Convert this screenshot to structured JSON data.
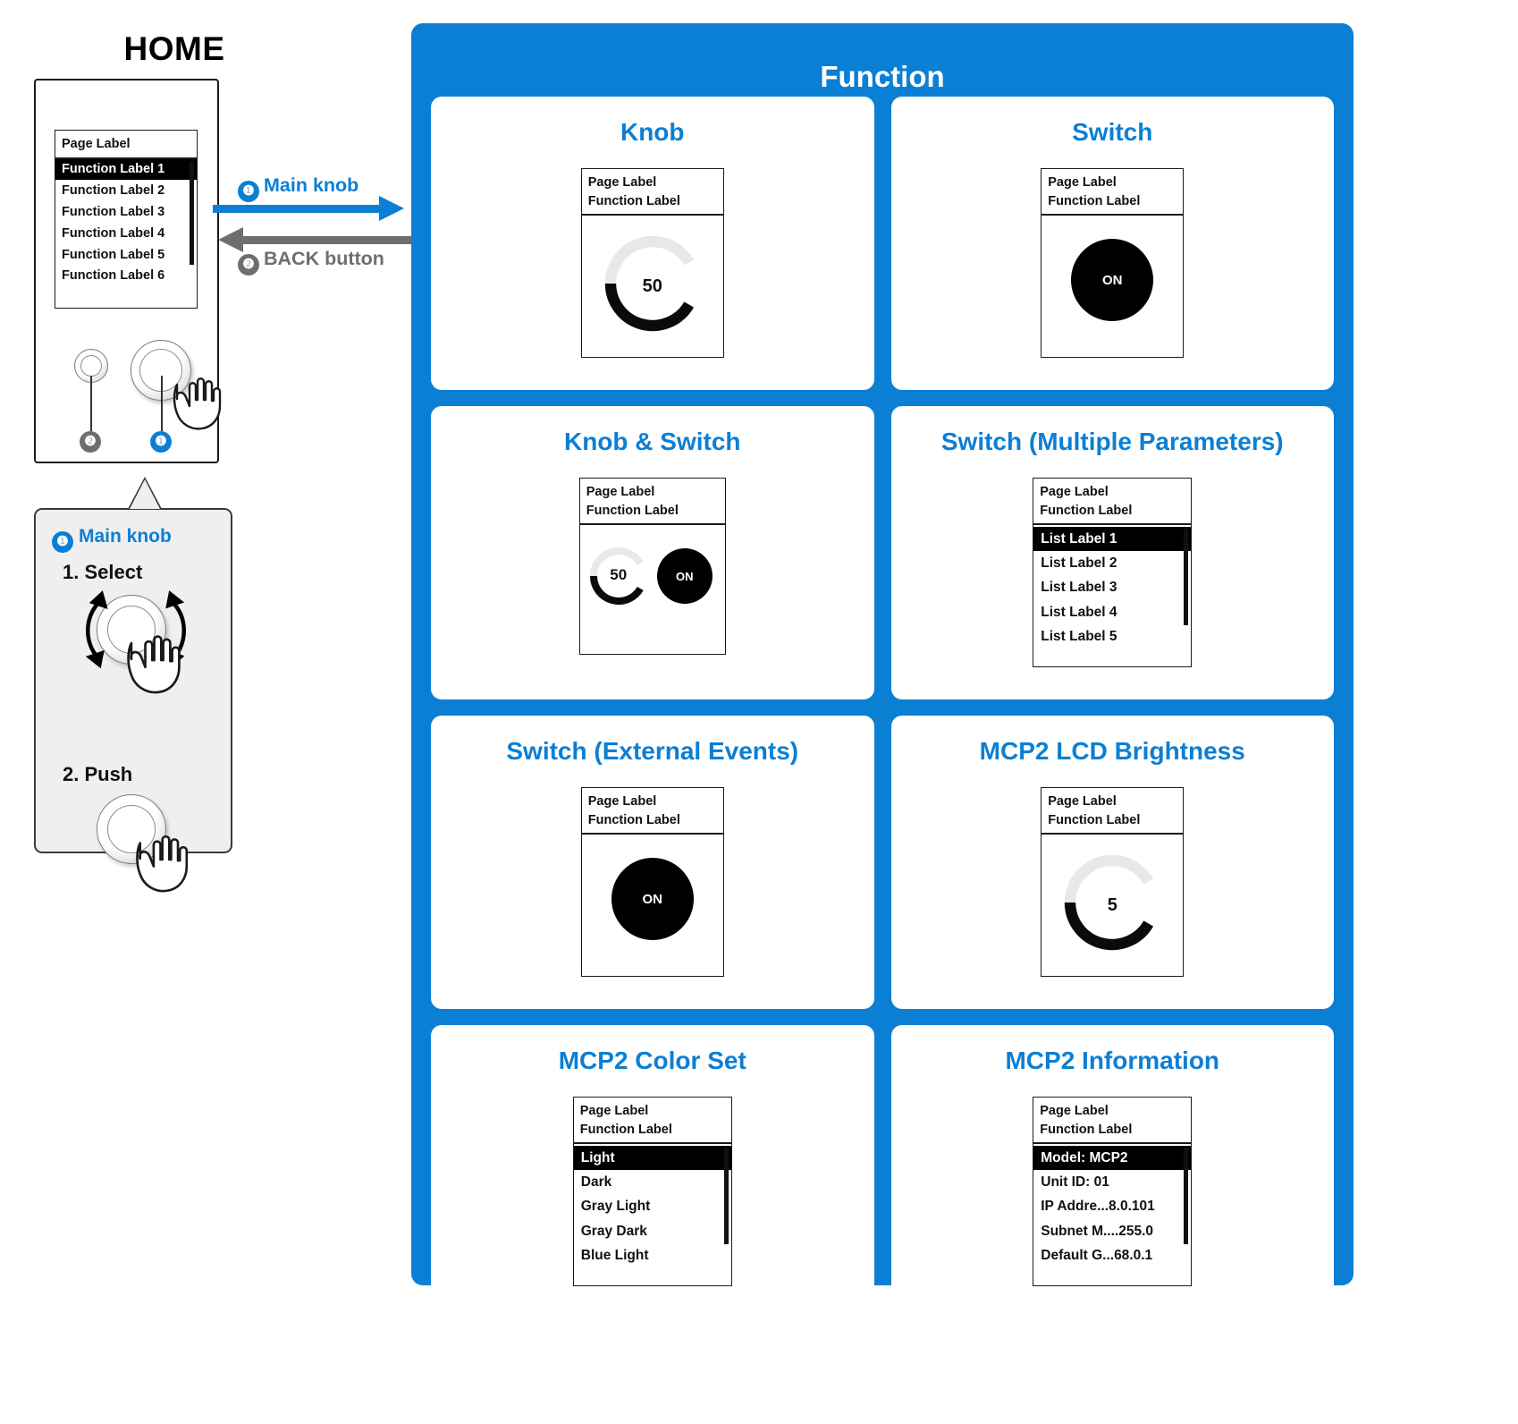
{
  "left": {
    "home_title": "HOME",
    "device_screen": {
      "page_label": "Page Label",
      "items": [
        "Function Label 1",
        "Function Label 2",
        "Function Label 3",
        "Function Label 4",
        "Function Label 5",
        "Function Label 6"
      ],
      "selected_index": 0
    },
    "knob_badges": {
      "back": "❷",
      "main": "❶"
    },
    "callout": {
      "badge": "❶",
      "title": "Main knob",
      "step1": "1. Select",
      "step2": "2. Push"
    }
  },
  "transitions": {
    "forward": {
      "badge": "❶",
      "label": "Main knob",
      "color": "#0b7fd4"
    },
    "backward": {
      "badge": "❷",
      "label": "BACK button",
      "color": "#6e6e6e"
    }
  },
  "function_panel": {
    "title": "Function",
    "cards": [
      {
        "title": "Knob",
        "screen": {
          "page_label": "Page Label",
          "function_label": "Function Label",
          "widget": "gauge",
          "gauge_value": "50"
        }
      },
      {
        "title": "Switch",
        "screen": {
          "page_label": "Page Label",
          "function_label": "Function Label",
          "widget": "switch",
          "switch_state": "ON"
        }
      },
      {
        "title": "Knob & Switch",
        "screen": {
          "page_label": "Page Label",
          "function_label": "Function Label",
          "widget": "gauge-switch",
          "gauge_value": "50",
          "switch_state": "ON"
        }
      },
      {
        "title": "Switch (Multiple Parameters)",
        "screen": {
          "page_label": "Page Label",
          "function_label": "Function Label",
          "widget": "list",
          "items": [
            "List Label 1",
            "List Label 2",
            "List Label 3",
            "List Label 4",
            "List Label 5"
          ],
          "selected_index": 0
        }
      },
      {
        "title": "Switch (External Events)",
        "screen": {
          "page_label": "Page Label",
          "function_label": "Function Label",
          "widget": "switch",
          "switch_state": "ON"
        }
      },
      {
        "title": "MCP2 LCD Brightness",
        "screen": {
          "page_label": "Page Label",
          "function_label": "Function Label",
          "widget": "gauge",
          "gauge_value": "5"
        }
      },
      {
        "title": "MCP2 Color Set",
        "screen": {
          "page_label": "Page Label",
          "function_label": "Function Label",
          "widget": "list",
          "items": [
            "Light",
            "Dark",
            "Gray Light",
            "Gray Dark",
            "Blue Light"
          ],
          "selected_index": 0
        }
      },
      {
        "title": "MCP2 Information",
        "screen": {
          "page_label": "Page Label",
          "function_label": "Function Label",
          "widget": "list",
          "items": [
            "Model:  MCP2",
            "Unit ID:  01",
            "IP Addre...8.0.101",
            "Subnet M....255.0",
            "Default G...68.0.1"
          ],
          "selected_index": 0
        }
      }
    ]
  },
  "colors": {
    "accent": "#0b7fd4",
    "gray": "#6e6e6e",
    "panel_bg": "#0b7fd4",
    "card_bg": "#ffffff",
    "lcd_selected_bg": "#000000"
  }
}
